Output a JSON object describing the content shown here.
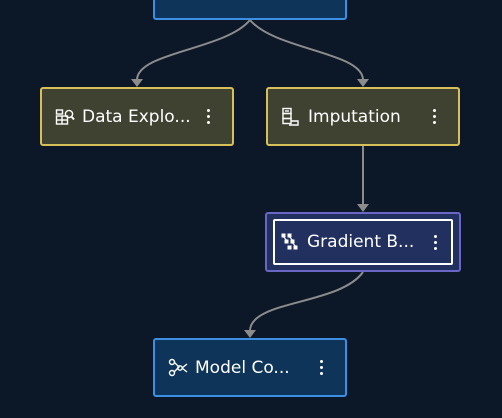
{
  "pipeline": {
    "nodes": [
      {
        "id": "data-exploration",
        "label": "Data Explo...",
        "icon": "data-exploration-icon",
        "status": "warning"
      },
      {
        "id": "imputation",
        "label": "Imputation",
        "icon": "imputation-icon",
        "status": "warning"
      },
      {
        "id": "gradient-boosting",
        "label": "Gradient B...",
        "icon": "gradient-boosting-icon",
        "status": "selected"
      },
      {
        "id": "model-comparison",
        "label": "Model Co...",
        "icon": "model-comparison-icon",
        "status": "default"
      }
    ]
  },
  "colors": {
    "background": "#0c1827",
    "warning_border": "#d8c058",
    "warning_fill": "#3f4231",
    "selected_border": "#6a66c6",
    "selected_fill": "#22305f",
    "default_border": "#3d8fe4",
    "default_fill": "#0e3559",
    "edge": "#8c8c8c"
  }
}
